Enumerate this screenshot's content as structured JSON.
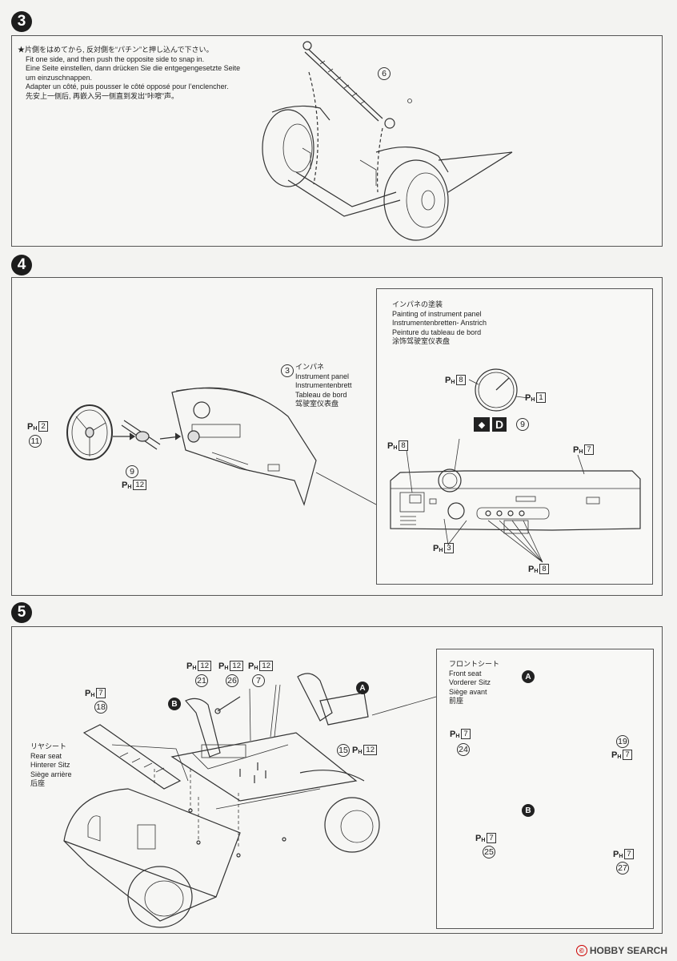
{
  "steps": {
    "s3": {
      "number": "3",
      "note": [
        "★片側をはめてから, 反対側を“パチン”と押し込んで下さい。",
        "Fit one side, and then push the opposite side to snap in.",
        "Eine Seite einstellen, dann drücken Sie die entgegengesetzte Seite",
        "um einzuschnappen.",
        "Adapter un côté, puis pousser le côté opposé pour l’enclencher.",
        "先安上一侧后, 再嵌入另一侧直到发出“咔嚓”声。"
      ],
      "part": "6"
    },
    "s4": {
      "number": "4",
      "panel_part": "3",
      "panel_label": [
        "インパネ",
        "Instrument panel",
        "Instrumentenbrett",
        "Tableau de bord",
        "驾驶室仪表盘"
      ],
      "wheel_part": "11",
      "wheel_paint": "2",
      "column_part": "9",
      "column_paint": "12",
      "inset_title": [
        "インパネの塗装",
        "Painting of instrument panel",
        "Instrumentenbretten- Anstrich",
        "Peinture du tableau de bord",
        "涂饰驾驶室仪表盘"
      ],
      "gauge_paint_a": "8",
      "gauge_paint_b": "1",
      "decal_letter": "D",
      "decal_part": "9",
      "inset_paint_left": "8",
      "inset_paint_right": "7",
      "inset_paint_bottom_left": "3",
      "inset_paint_bottom_right": "8"
    },
    "s5": {
      "number": "5",
      "rear_seat_paint": "7",
      "rear_seat_part": "18",
      "rear_seat_label": [
        "リヤシート",
        "Rear seat",
        "Hinterer Sitz",
        "Siège arrière",
        "后座"
      ],
      "parts_top": [
        {
          "paint": "12",
          "part": "21"
        },
        {
          "paint": "12",
          "part": "26"
        },
        {
          "paint": "12",
          "part": "7"
        }
      ],
      "floor_part": "15",
      "floor_paint": "12",
      "seat_a": "A",
      "seat_b": "B",
      "front_seat_label": [
        "フロントシート",
        "Front seat",
        "Vorderer Sitz",
        "Siège avant",
        "前座"
      ],
      "a_cushion_paint": "7",
      "a_cushion_part": "24",
      "a_back_part": "19",
      "a_back_paint": "7",
      "b_cushion_paint": "7",
      "b_cushion_part": "25",
      "b_back_paint": "7",
      "b_back_part": "27"
    }
  },
  "paint_prefix": "P",
  "paint_sub": "H",
  "watermark": "HOBBY SEARCH",
  "watermark_symbol": "©"
}
